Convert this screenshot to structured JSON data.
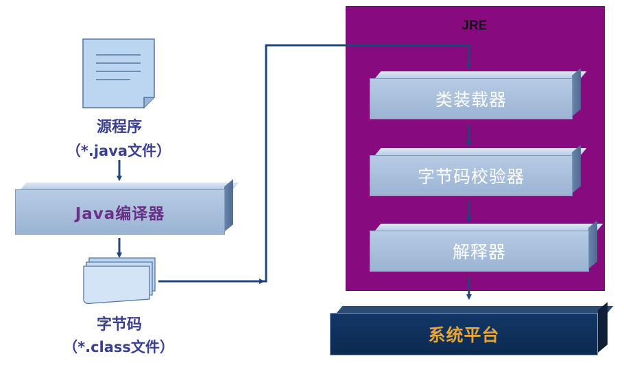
{
  "jre": {
    "title": "JRE"
  },
  "jre_steps": [
    "类装载器",
    "字节码校验器",
    "解释器"
  ],
  "platform": {
    "label": "系统平台"
  },
  "source": {
    "name": "源程序",
    "ext": "（*.java文件）"
  },
  "compiler": {
    "label": "Java编译器"
  },
  "bytecode": {
    "name": "字节码",
    "ext": "（*.class文件）"
  },
  "colors": {
    "jre_background": "#880a7f",
    "bar_face": "#a9c0dc",
    "platform": "#0c2a51",
    "platform_text": "#e7a533",
    "arrow": "#1f4477",
    "label_text": "#3b3f90"
  }
}
